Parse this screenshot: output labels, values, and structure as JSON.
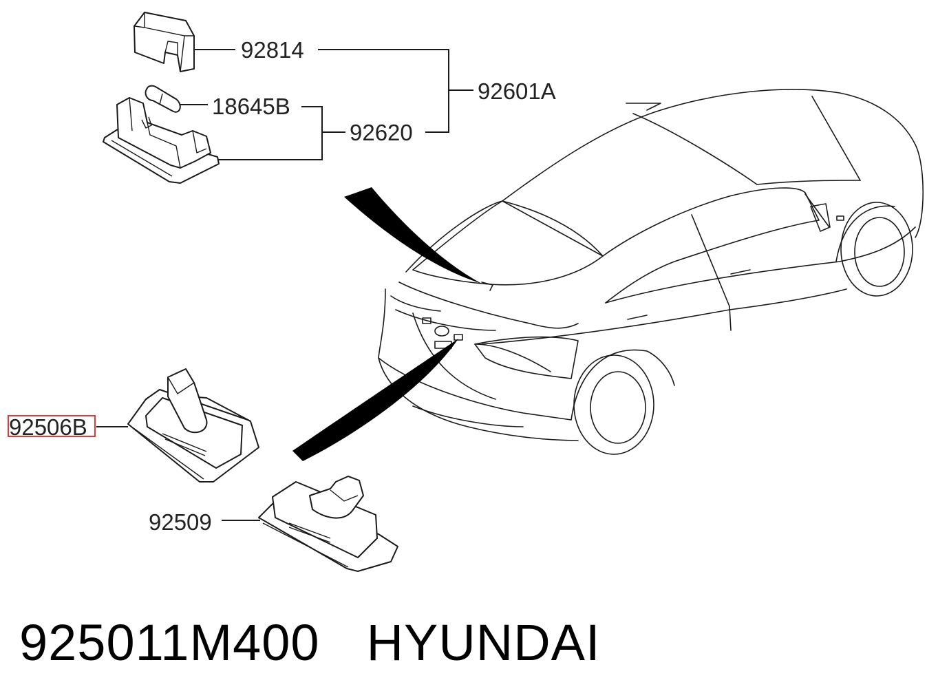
{
  "diagram": {
    "callouts": {
      "c92814": "92814",
      "c92601A": "92601A",
      "c18645B": "18645B",
      "c92620": "92620",
      "c92506B": "92506B",
      "c92509": "92509"
    },
    "highlight_color": "#e53935"
  },
  "footer": {
    "part_number": "925011M400",
    "brand": "HYUNDAI"
  }
}
